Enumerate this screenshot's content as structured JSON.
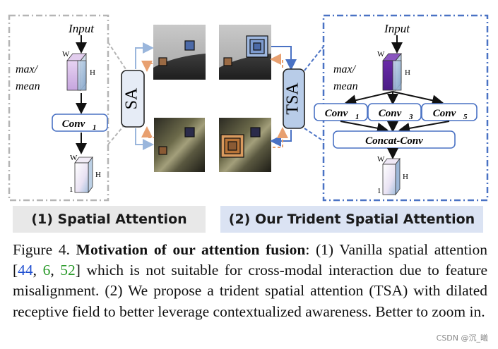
{
  "left_panel": {
    "input_label": "Input",
    "w_label": "W",
    "h_label": "H",
    "pool_label_1": "max/",
    "pool_label_2": "mean",
    "conv_label": "Conv",
    "conv_sub": "1",
    "out_w": "W",
    "out_h": "H",
    "out_c": "1",
    "sa_label": "SA",
    "section_title": "(1) Spatial Attention"
  },
  "right_panel": {
    "input_label": "Input",
    "w_label": "W",
    "h_label": "H",
    "pool_label_1": "max/",
    "pool_label_2": "mean",
    "conv_a": "Conv",
    "conv_a_sub": "1",
    "conv_b": "Conv",
    "conv_b_sub": "3",
    "conv_c": "Conv",
    "conv_c_sub": "5",
    "concat_label": "Concat-Conv",
    "out_w": "W",
    "out_h": "H",
    "out_c": "1",
    "tsa_label": "TSA",
    "section_title": "(2) Our Trident Spatial Attention"
  },
  "caption": {
    "figure_num": "Figure 4.",
    "bold_title": "Motivation of our attention fusion",
    "text_1": ": (1) Vanilla spatial attention [",
    "ref_1": "44",
    "sep_1": ", ",
    "ref_2": "6",
    "sep_2": ", ",
    "ref_3": "52",
    "text_2": "] which is not suitable for cross-modal interaction due to feature misalignment. (2) We propose a trident spatial attention (TSA) with dilated receptive field to better leverage contextualized awareness. Better to zoom in."
  },
  "watermark": "CSDN @沉_曦",
  "colors": {
    "blue_accent": "#4a72c4",
    "gray_dash": "#b5b5b5",
    "left_title_bg": "#e8e8e8",
    "right_title_bg": "#dbe3f3",
    "ref_green": "#2a9a2a",
    "ref_blue": "#1f4fd1",
    "orange_arrow": "#e8a070",
    "light_blue_arrow": "#9ab6dc"
  }
}
